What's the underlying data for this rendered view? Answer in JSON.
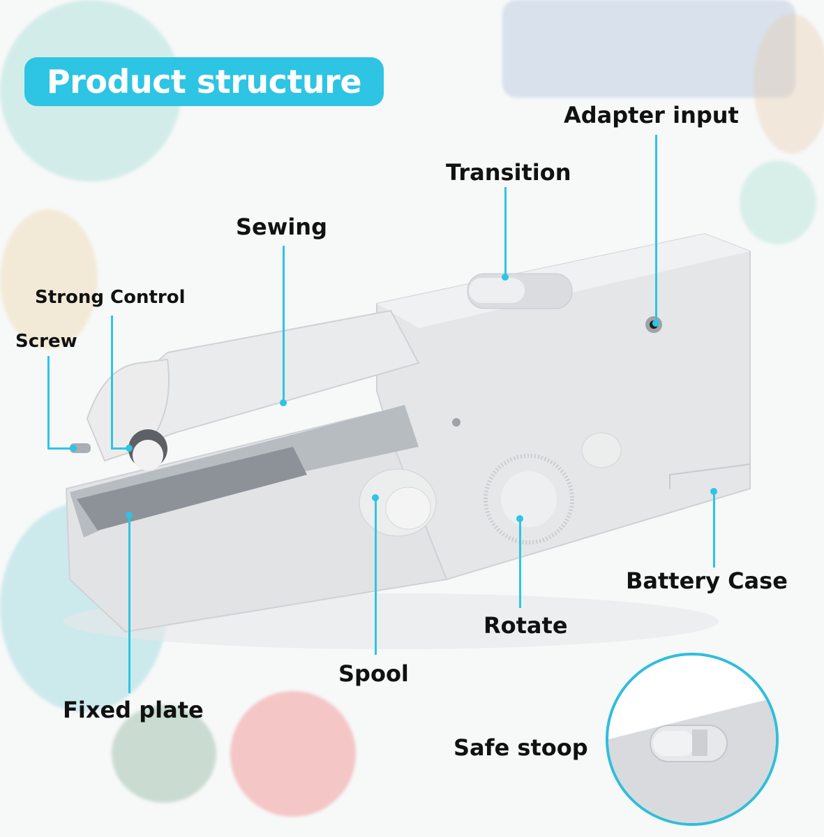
{
  "title": "Product structure",
  "accent_color": "#2ec4e4",
  "labels": {
    "adapter_input": "Adapter input",
    "transition": "Transition",
    "sewing": "Sewing",
    "strong_control": "Strong Control",
    "screw": "Screw",
    "battery_case": "Battery Case",
    "rotate": "Rotate",
    "spool": "Spool",
    "fixed_plate": "Fixed plate",
    "safe_stoop": "Safe stoop"
  },
  "product": "Handheld sewing machine",
  "inset": "Safe stoop switch close-up"
}
